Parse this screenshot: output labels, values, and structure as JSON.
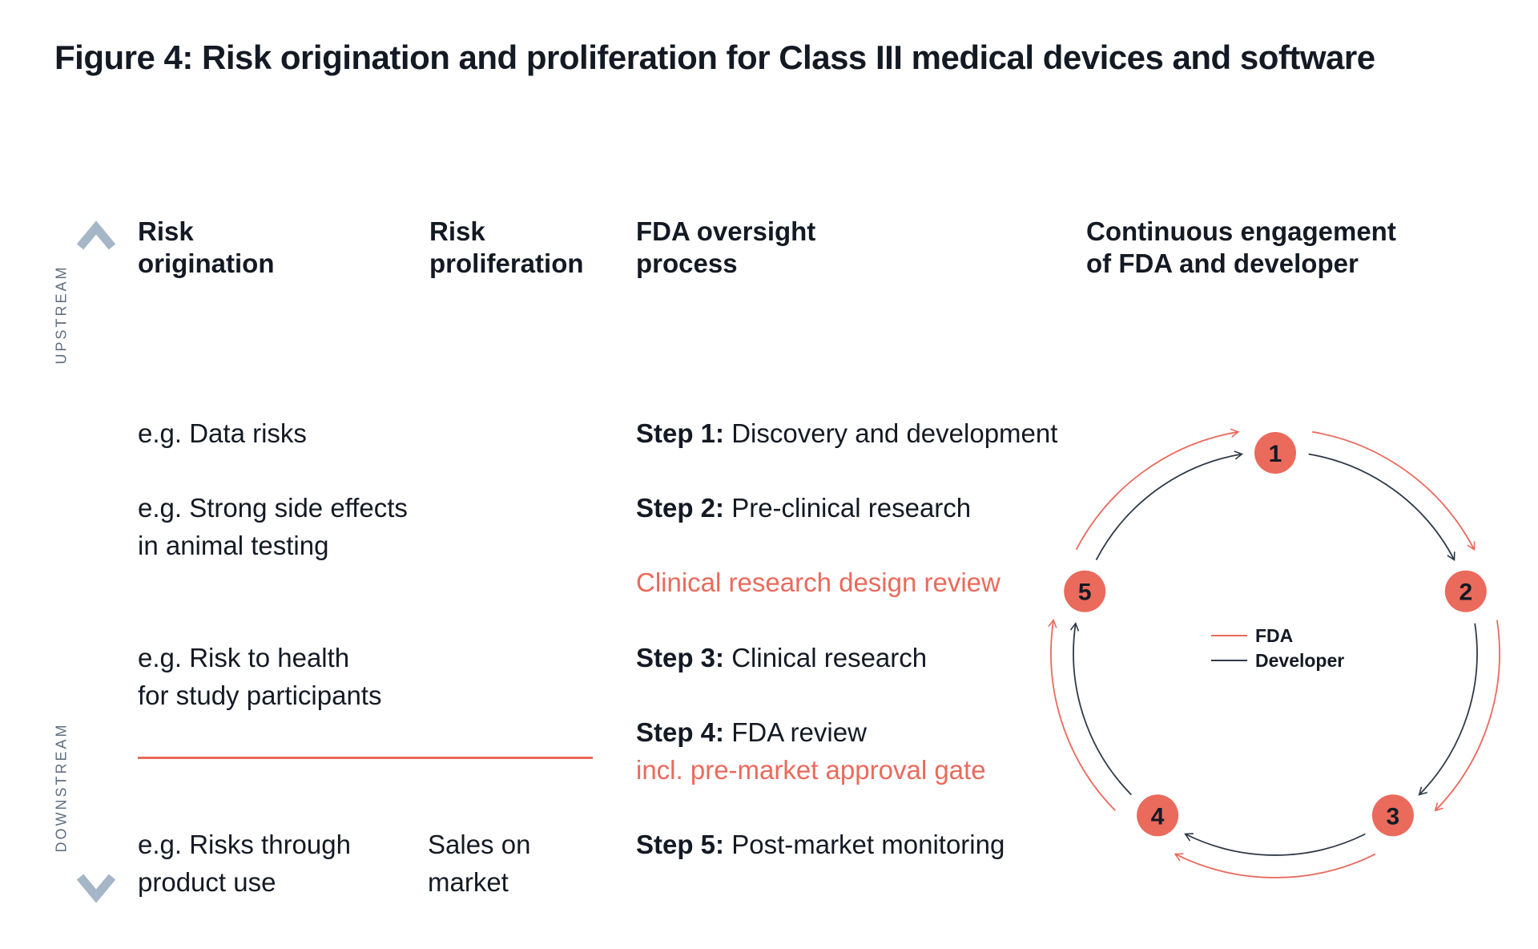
{
  "title": "Figure 4: Risk origination and proliferation for Class III medical devices and software",
  "axis": {
    "top_label": "UPSTREAM",
    "bottom_label": "DOWNSTREAM"
  },
  "columns": {
    "risk_origination": [
      "Risk",
      "origination"
    ],
    "risk_proliferation": [
      "Risk",
      "proliferation"
    ],
    "fda_oversight": [
      "FDA oversight",
      "process"
    ],
    "engagement": [
      "Continuous engagement",
      "of FDA and developer"
    ]
  },
  "risk_origination_rows": [
    [
      "e.g. Data risks"
    ],
    [
      "e.g. Strong side effects",
      "in animal testing"
    ],
    [
      "e.g. Risk to health",
      "for study participants"
    ],
    [
      "e.g. Risks through",
      "product use"
    ]
  ],
  "risk_proliferation_rows": [
    [
      "Sales on",
      "market"
    ]
  ],
  "steps": [
    {
      "label": "Step 1:",
      "text": "Discovery and development",
      "note": ""
    },
    {
      "label": "Step 2:",
      "text": "Pre-clinical research",
      "note": ""
    },
    {
      "label": "",
      "text": "Clinical research design review",
      "note": ""
    },
    {
      "label": "Step 3:",
      "text": "Clinical research",
      "note": ""
    },
    {
      "label": "Step 4:",
      "text": "FDA review",
      "note": "incl. pre-market approval gate"
    },
    {
      "label": "Step 5:",
      "text": "Post-market monitoring",
      "note": ""
    }
  ],
  "cycle": {
    "nodes": [
      "1",
      "2",
      "3",
      "4",
      "5"
    ],
    "legend": [
      {
        "name": "FDA",
        "color": "#ea6a5c"
      },
      {
        "name": "Developer",
        "color": "#2f3a48"
      }
    ]
  },
  "colors": {
    "accent": "#ea6a5c",
    "dark": "#141a24",
    "axis_top": "#a7b9c9",
    "axis_mid": "#cbd8e2"
  }
}
